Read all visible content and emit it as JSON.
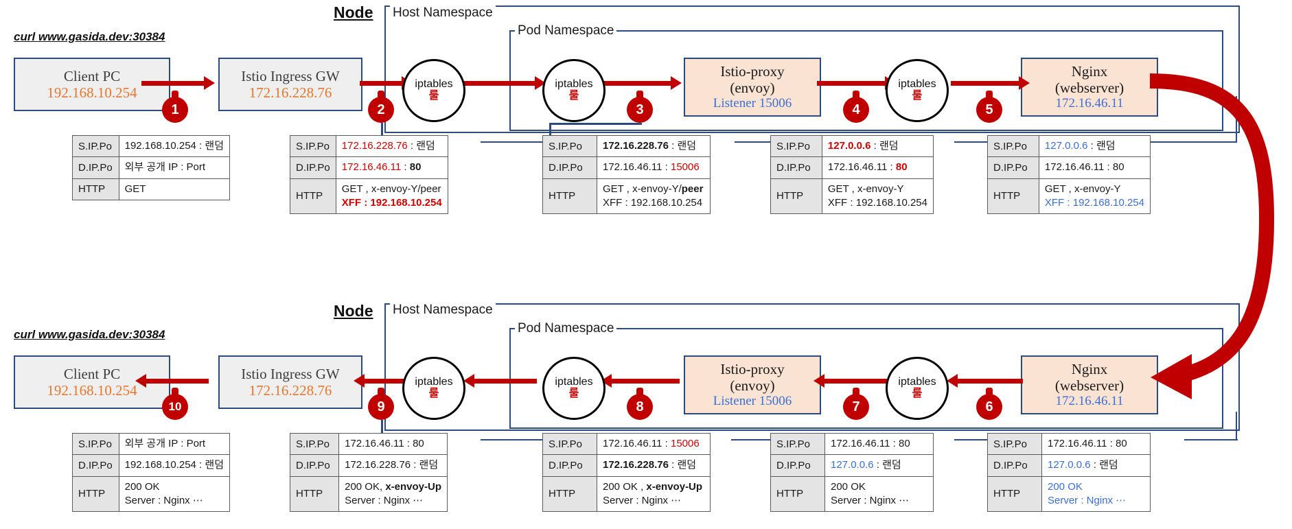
{
  "diagram": {
    "title": "Istio Ingress Gateway request/response packet flow",
    "node_label": "Node",
    "host_namespace_label": "Host Namespace",
    "pod_namespace_label": "Pod Namespace",
    "curl_command": "curl www.gasida.dev:30384",
    "colors": {
      "arrow_red": "#c00000",
      "frame_blue": "#2c4a7c",
      "ip_orange": "#e8762c",
      "ip_blue": "#3b6fd4",
      "highlight_red": "#d00000",
      "box_grey": "#efefef",
      "box_peach": "#fbe3d4"
    },
    "table_keys": {
      "src": "S.IP.Po",
      "dst": "D.IP.Po",
      "http": "HTTP"
    }
  },
  "request_flow": {
    "nodes": [
      {
        "name": "client-pc",
        "line1": "Client PC",
        "line2": "192.168.10.254",
        "style": "grey"
      },
      {
        "name": "istio-ingress-gw",
        "line1": "Istio Ingress GW",
        "line2": "172.16.228.76",
        "style": "grey"
      },
      {
        "name": "iptables-host",
        "line1": "iptables",
        "line2": "룰",
        "style": "circle"
      },
      {
        "name": "iptables-pod-in",
        "line1": "iptables",
        "line2": "룰",
        "style": "circle"
      },
      {
        "name": "istio-proxy",
        "line1": "Istio-proxy",
        "line2": "(envoy)",
        "line3": "Listener 15006",
        "style": "peach"
      },
      {
        "name": "iptables-pod-out",
        "line1": "iptables",
        "line2": "룰",
        "style": "circle"
      },
      {
        "name": "nginx",
        "line1": "Nginx",
        "line2": "(webserver)",
        "line3": "172.16.46.11",
        "style": "peach"
      }
    ],
    "steps": [
      "1",
      "2",
      "3",
      "4",
      "5"
    ],
    "packets": [
      {
        "step": "1",
        "src": [
          {
            "t": "192.168.10.254",
            "c": "plain"
          },
          {
            "t": " : 랜덤",
            "c": "plain"
          }
        ],
        "dst": [
          {
            "t": "외부 공개 IP : Port",
            "c": "plain"
          }
        ],
        "http": [
          [
            {
              "t": "GET",
              "c": "plain"
            }
          ]
        ]
      },
      {
        "step": "2",
        "src": [
          {
            "t": "172.16.228.76",
            "c": "red"
          },
          {
            "t": " : 랜덤",
            "c": "plain"
          }
        ],
        "dst": [
          {
            "t": "172.16.46.11",
            "c": "red"
          },
          {
            "t": " : ",
            "c": "plain"
          },
          {
            "t": "80",
            "c": "bold"
          }
        ],
        "http": [
          [
            {
              "t": "GET , x-envoy-Y/peer",
              "c": "plain"
            }
          ],
          [
            {
              "t": "XFF : 192.168.10.254",
              "c": "redbold"
            }
          ]
        ]
      },
      {
        "step": "3",
        "src": [
          {
            "t": "172.16.228.76",
            "c": "bold"
          },
          {
            "t": " : 랜덤",
            "c": "plain"
          }
        ],
        "dst": [
          {
            "t": "172.16.46.11 : ",
            "c": "plain"
          },
          {
            "t": "15006",
            "c": "red"
          }
        ],
        "http": [
          [
            {
              "t": "GET , x-envoy-Y/",
              "c": "plain"
            },
            {
              "t": "peer",
              "c": "bold"
            }
          ],
          [
            {
              "t": "XFF : 192.168.10.254",
              "c": "plain"
            }
          ]
        ]
      },
      {
        "step": "4",
        "src": [
          {
            "t": "127.0.0.6",
            "c": "redbold"
          },
          {
            "t": " : 랜덤",
            "c": "plain"
          }
        ],
        "dst": [
          {
            "t": "172.16.46.11 : ",
            "c": "plain"
          },
          {
            "t": "80",
            "c": "redbold"
          }
        ],
        "http": [
          [
            {
              "t": "GET , x-envoy-Y",
              "c": "plain"
            }
          ],
          [
            {
              "t": "XFF : 192.168.10.254",
              "c": "plain"
            }
          ]
        ]
      },
      {
        "step": "5",
        "src": [
          {
            "t": "127.0.0.6",
            "c": "blue"
          },
          {
            "t": " : 랜덤",
            "c": "plain"
          }
        ],
        "dst": [
          {
            "t": "172.16.46.11 : 80",
            "c": "plain"
          }
        ],
        "http": [
          [
            {
              "t": "GET , x-envoy-Y",
              "c": "plain"
            }
          ],
          [
            {
              "t": "XFF : 192.168.10.254",
              "c": "blue"
            }
          ]
        ]
      }
    ]
  },
  "response_flow": {
    "nodes": [
      {
        "name": "client-pc",
        "line1": "Client PC",
        "line2": "192.168.10.254",
        "style": "grey"
      },
      {
        "name": "istio-ingress-gw",
        "line1": "Istio Ingress GW",
        "line2": "172.16.228.76",
        "style": "grey"
      },
      {
        "name": "iptables-host",
        "line1": "iptables",
        "line2": "룰",
        "style": "circle"
      },
      {
        "name": "iptables-pod-in",
        "line1": "iptables",
        "line2": "룰",
        "style": "circle"
      },
      {
        "name": "istio-proxy",
        "line1": "Istio-proxy",
        "line2": "(envoy)",
        "line3": "Listener 15006",
        "style": "peach"
      },
      {
        "name": "iptables-pod-out",
        "line1": "iptables",
        "line2": "룰",
        "style": "circle"
      },
      {
        "name": "nginx",
        "line1": "Nginx",
        "line2": "(webserver)",
        "line3": "172.16.46.11",
        "style": "peach"
      }
    ],
    "steps": [
      "10",
      "9",
      "8",
      "7",
      "6"
    ],
    "packets": [
      {
        "step": "10",
        "src": [
          {
            "t": "외부 공개 IP : Port",
            "c": "plain"
          }
        ],
        "dst": [
          {
            "t": "192.168.10.254 : 랜덤",
            "c": "plain"
          }
        ],
        "http": [
          [
            {
              "t": "200 OK",
              "c": "plain"
            }
          ],
          [
            {
              "t": "Server : Nginx ⋯",
              "c": "plain"
            }
          ]
        ]
      },
      {
        "step": "9",
        "src": [
          {
            "t": "172.16.46.11 : 80",
            "c": "plain"
          }
        ],
        "dst": [
          {
            "t": "172.16.228.76 : 랜덤",
            "c": "plain"
          }
        ],
        "http": [
          [
            {
              "t": "200 OK, ",
              "c": "plain"
            },
            {
              "t": "x-envoy-Up",
              "c": "bold"
            }
          ],
          [
            {
              "t": "Server : Nginx ⋯",
              "c": "plain"
            }
          ]
        ]
      },
      {
        "step": "8",
        "src": [
          {
            "t": "172.16.46.11 : ",
            "c": "plain"
          },
          {
            "t": "15006",
            "c": "red"
          }
        ],
        "dst": [
          {
            "t": "172.16.228.76",
            "c": "bold"
          },
          {
            "t": " : 랜덤",
            "c": "plain"
          }
        ],
        "http": [
          [
            {
              "t": "200 OK , ",
              "c": "plain"
            },
            {
              "t": "x-envoy-Up",
              "c": "bold"
            }
          ],
          [
            {
              "t": "Server : Nginx ⋯",
              "c": "plain"
            }
          ]
        ]
      },
      {
        "step": "7",
        "src": [
          {
            "t": "172.16.46.11 : 80",
            "c": "plain"
          }
        ],
        "dst": [
          {
            "t": "127.0.0.6",
            "c": "blue"
          },
          {
            "t": " : 랜덤",
            "c": "plain"
          }
        ],
        "http": [
          [
            {
              "t": "200 OK",
              "c": "plain"
            }
          ],
          [
            {
              "t": "Server : Nginx ⋯",
              "c": "plain"
            }
          ]
        ]
      },
      {
        "step": "6",
        "src": [
          {
            "t": "172.16.46.11 : 80",
            "c": "plain"
          }
        ],
        "dst": [
          {
            "t": "127.0.0.6",
            "c": "blue"
          },
          {
            "t": " : 랜덤",
            "c": "plain"
          }
        ],
        "http": [
          [
            {
              "t": "200 OK",
              "c": "blue"
            }
          ],
          [
            {
              "t": "Server : Nginx ⋯",
              "c": "blue"
            }
          ]
        ]
      }
    ]
  }
}
